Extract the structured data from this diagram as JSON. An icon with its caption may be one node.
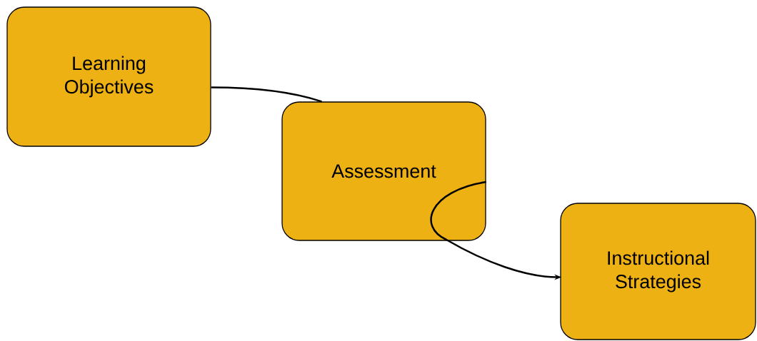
{
  "diagram": {
    "nodes": [
      {
        "text": [
          "Learning Objectives"
        ]
      },
      {
        "text": [
          "Assessment"
        ]
      },
      {
        "text": [
          "Instructional Strategies"
        ]
      }
    ],
    "edges": [
      {
        "from": 0,
        "to": 1,
        "arrow": "none"
      },
      {
        "from": 1,
        "to": 2,
        "arrow": "to"
      }
    ]
  }
}
